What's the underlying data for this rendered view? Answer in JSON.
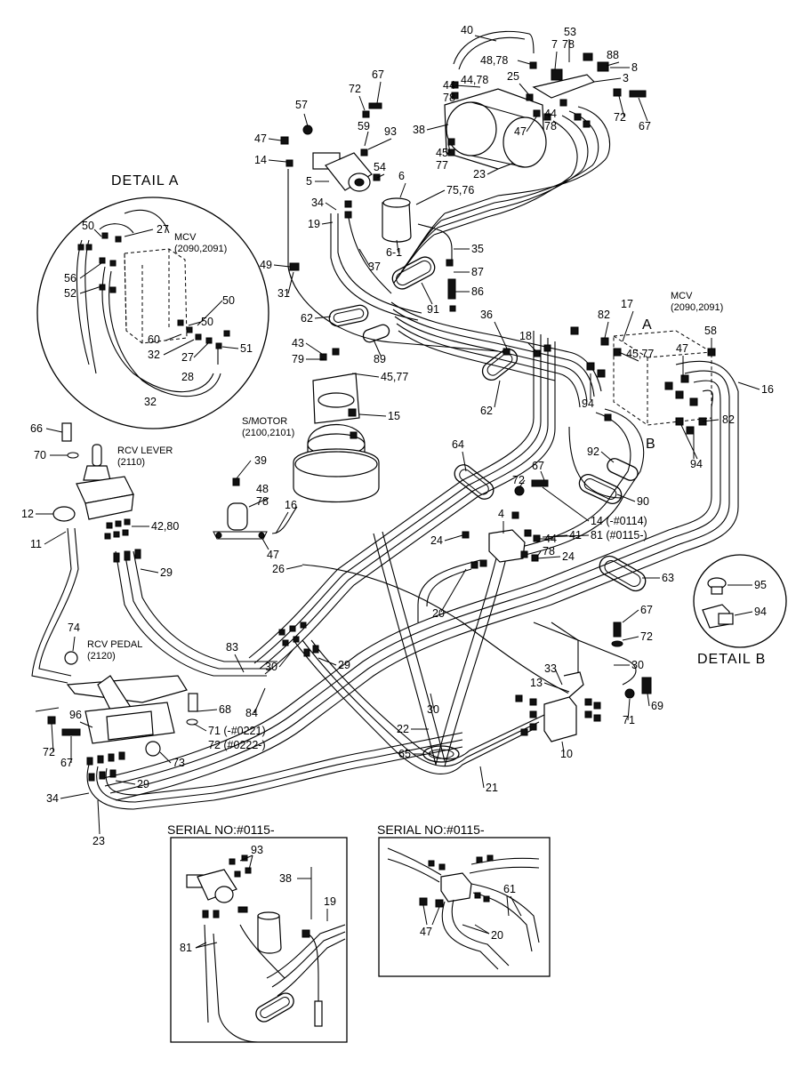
{
  "details": {
    "a_title": "DETAIL A",
    "b_title": "DETAIL B",
    "serial_left": "SERIAL NO:#0115-",
    "serial_right": "SERIAL NO:#0115-"
  },
  "components": {
    "mcv_detail": {
      "name": "MCV",
      "code": "(2090,2091)"
    },
    "mcv_main": {
      "name": "MCV",
      "code": "(2090,2091)"
    },
    "smotor": {
      "name": "S/MOTOR",
      "code": "(2100,2101)"
    },
    "rcv_lever": {
      "name": "RCV LEVER",
      "code": "(2110)"
    },
    "rcv_pedal": {
      "name": "RCV PEDAL",
      "code": "(2120)"
    }
  },
  "markers": {
    "a": "A",
    "b": "B"
  },
  "callouts": {
    "c40": "40",
    "c48_78a": "48,78",
    "c53": "53",
    "c7": "7",
    "c78": "78",
    "c88": "88",
    "c8": "8",
    "c44_78": "44,78",
    "c44": "44",
    "c78b": "78",
    "c25": "25",
    "c3": "3",
    "c72a": "72",
    "c67a": "67",
    "c38": "38",
    "c47a": "47",
    "c44b": "44",
    "c78c": "78",
    "c23a": "23",
    "c72b": "72",
    "c67b": "67",
    "c57": "57",
    "c59": "59",
    "c93": "93",
    "c47b": "47",
    "c14": "14",
    "c5": "5",
    "c54": "54",
    "c45_77a": "45",
    "c77b": "77",
    "c6": "6",
    "c75_76": "75,76",
    "c34": "34",
    "c19": "19",
    "c6_1": "6-1",
    "c35": "35",
    "c49": "49",
    "c37": "37",
    "c87": "87",
    "c31": "31",
    "c86": "86",
    "c91": "91",
    "c62a": "62",
    "c36": "36",
    "c17": "17",
    "c82a": "82",
    "c43": "43",
    "c79": "79",
    "c89": "89",
    "c45_77b": "45,77",
    "c18": "18",
    "c45_77c": "45,77",
    "c47c": "47",
    "c58": "58",
    "c16a": "16",
    "c62b": "62",
    "c15": "15",
    "c94a": "94",
    "c82b": "82",
    "c94b": "94",
    "c27a": "27",
    "c50a": "50",
    "c56": "56",
    "c52": "52",
    "c50b": "50",
    "c50c": "50",
    "c60": "60",
    "c32a": "32",
    "c27b": "27",
    "c51": "51",
    "c28": "28",
    "c32b": "32",
    "c66": "66",
    "c70": "70",
    "c39": "39",
    "c48b": "48",
    "c78d": "78",
    "c16b": "16",
    "c47d": "47",
    "c64": "64",
    "c92": "92",
    "c67c": "67",
    "c72c": "72",
    "c90": "90",
    "c4": "4",
    "c14_0114": "14 (-#0114)",
    "c81_0115": "81 (#0115-)",
    "c24a": "24",
    "c44c": "44",
    "c41": "41",
    "c78e": "78",
    "c24b": "24",
    "c12": "12",
    "c42_80": "42,80",
    "c11": "11",
    "c29a": "29",
    "c26": "26",
    "c63": "63",
    "c95": "95",
    "c94c": "94",
    "c20a": "20",
    "c67d": "67",
    "c72d": "72",
    "c74": "74",
    "c83": "83",
    "c33": "33",
    "c30a": "30",
    "c30b": "30",
    "c29b": "29",
    "c13": "13",
    "c69": "69",
    "c71a": "71",
    "c68": "68",
    "c84": "84",
    "c30c": "30",
    "c96": "96",
    "c71_0221": "71 (-#0221)",
    "c72_0222": "72 (#0222-)",
    "c72e": "72",
    "c67e": "67",
    "c73": "73",
    "c22": "22",
    "c65": "65",
    "c10": "10",
    "c29c": "29",
    "c21": "21",
    "c34b": "34",
    "c23b": "23",
    "c93b": "93",
    "c38b": "38",
    "c19b": "19",
    "c81b": "81",
    "c47e": "47",
    "c20b": "20",
    "c61": "61"
  }
}
